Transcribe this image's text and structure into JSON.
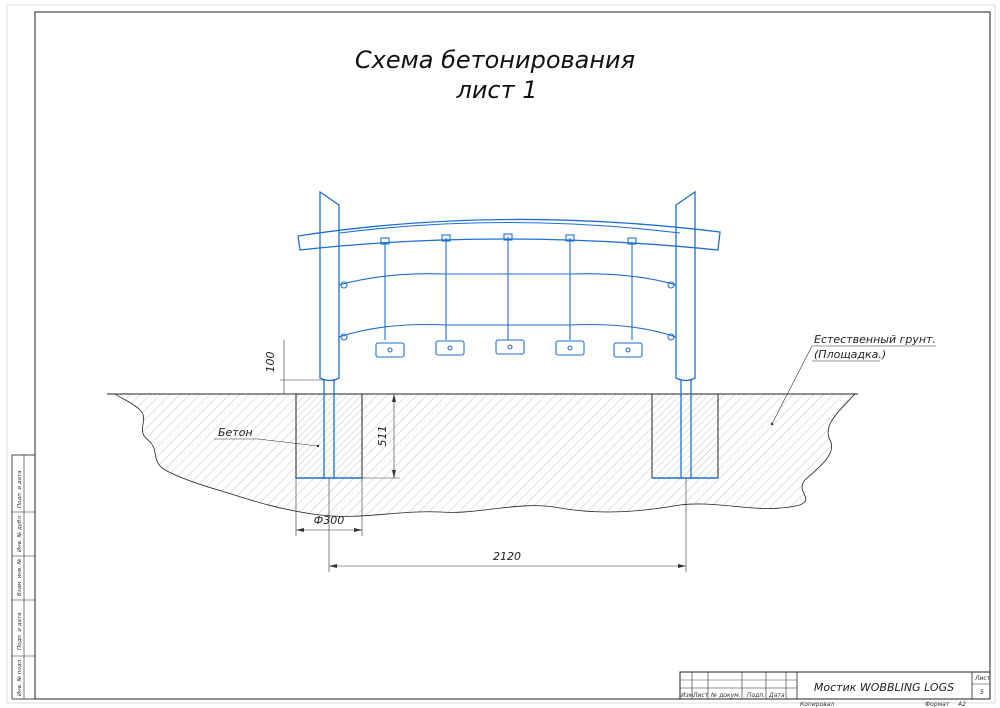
{
  "title": {
    "line1": "Схема бетонирования",
    "line2": "лист 1"
  },
  "dimensions": {
    "post_above_ground": "100",
    "footing_depth": "511",
    "footing_diameter": "Ф300",
    "post_spacing": "2120"
  },
  "labels": {
    "concrete": "Бетон",
    "ground_line1": "Естественный грунт.",
    "ground_line2": "(Площадка.)"
  },
  "title_block": {
    "name": "Мостик WOBBLING LOGS",
    "headers": [
      "Изм.",
      "Лист",
      "№ докум.",
      "Подп.",
      "Дата"
    ],
    "sheet_label": "Лист",
    "sheet_number": "5",
    "copied": "Копировал",
    "format": "Формат",
    "format_value": "A2"
  },
  "side_stamp": [
    "Инв. № подл.",
    "Подп. и дата",
    "Взам. инв. №",
    "Инв. № дубл.",
    "Подп. и дата"
  ],
  "colors": {
    "structure": "#1e6fd0",
    "lines": "#111111"
  }
}
